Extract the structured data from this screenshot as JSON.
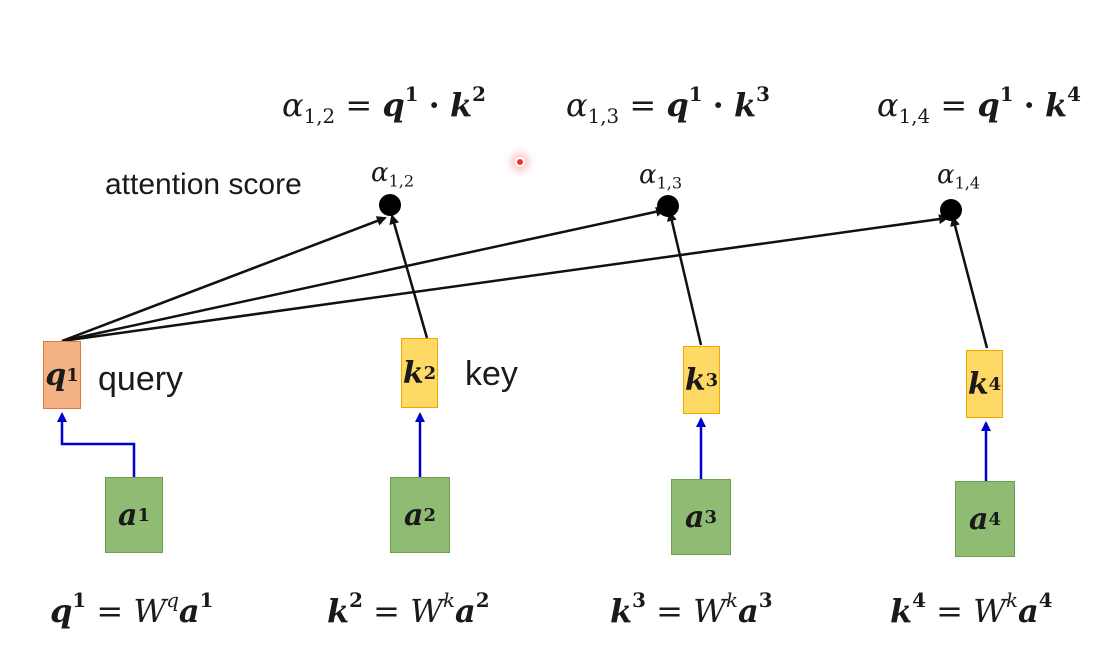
{
  "equations_top": [
    {
      "alpha": "α",
      "sub": "1,2",
      "rhs_q": "q",
      "q_sup": "1",
      "dot": "·",
      "rhs_k": "k",
      "k_sup": "2"
    },
    {
      "alpha": "α",
      "sub": "1,3",
      "rhs_q": "q",
      "q_sup": "1",
      "dot": "·",
      "rhs_k": "k",
      "k_sup": "3"
    },
    {
      "alpha": "α",
      "sub": "1,4",
      "rhs_q": "q",
      "q_sup": "1",
      "dot": "·",
      "rhs_k": "k",
      "k_sup": "4"
    }
  ],
  "attention_label": "attention score",
  "score_nodes": [
    {
      "alpha": "α",
      "sub": "1,2"
    },
    {
      "alpha": "α",
      "sub": "1,3"
    },
    {
      "alpha": "α",
      "sub": "1,4"
    }
  ],
  "query_box": {
    "symbol": "q",
    "sup": "1",
    "label": "query"
  },
  "key_boxes": [
    {
      "symbol": "k",
      "sup": "2",
      "label": "key"
    },
    {
      "symbol": "k",
      "sup": "3"
    },
    {
      "symbol": "k",
      "sup": "4"
    }
  ],
  "input_boxes": [
    {
      "symbol": "a",
      "sup": "1"
    },
    {
      "symbol": "a",
      "sup": "2"
    },
    {
      "symbol": "a",
      "sup": "3"
    },
    {
      "symbol": "a",
      "sup": "4"
    }
  ],
  "equations_bottom": [
    {
      "lhs": "q",
      "lhs_sup": "1",
      "eq": "=",
      "W": "W",
      "W_sup": "q",
      "a": "a",
      "a_sup": "1"
    },
    {
      "lhs": "k",
      "lhs_sup": "2",
      "eq": "=",
      "W": "W",
      "W_sup": "k",
      "a": "a",
      "a_sup": "2"
    },
    {
      "lhs": "k",
      "lhs_sup": "3",
      "eq": "=",
      "W": "W",
      "W_sup": "k",
      "a": "a",
      "a_sup": "3"
    },
    {
      "lhs": "k",
      "lhs_sup": "4",
      "eq": "=",
      "W": "W",
      "W_sup": "k",
      "a": "a",
      "a_sup": "4"
    }
  ],
  "colors": {
    "query_fill": "#f4b183",
    "key_fill": "#ffd966",
    "input_fill": "#8fbc72",
    "input_arrow": "#0000cc",
    "score_arrow": "#111111",
    "laser_pointer": "#e33333"
  }
}
